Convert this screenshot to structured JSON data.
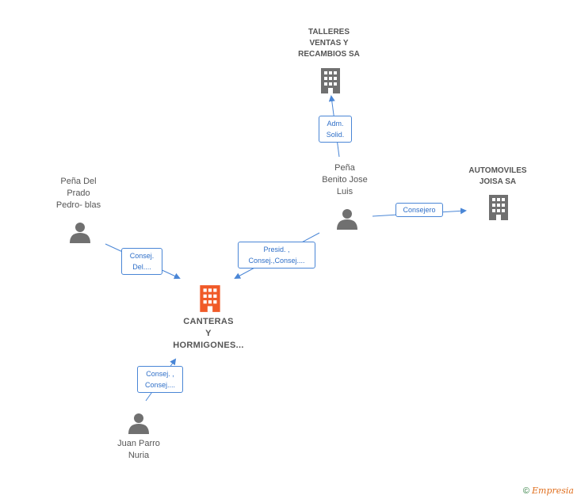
{
  "nodes": {
    "main_company": {
      "label": "CANTERAS\nY\nHORMIGONES...",
      "color": "#f05a28"
    },
    "talleres": {
      "label": "TALLERES\nVENTAS Y\nRECAMBIOS SA"
    },
    "automoviles": {
      "label": "AUTOMOVILES\nJOISA SA"
    },
    "pena_benito": {
      "label": "Peña\nBenito Jose\nLuis"
    },
    "pena_prado": {
      "label": "Peña Del\nPrado\nPedro- blas"
    },
    "juan_parro": {
      "label": "Juan Parro\nNuria"
    }
  },
  "roles": {
    "adm_solid": "Adm.\nSolid.",
    "consejero": "Consejero",
    "presid": "Presid. ,\nConsej.,Consej....",
    "consej_del": "Consej.\nDel....",
    "consej_consej": "Consej. ,\nConsej...."
  },
  "colors": {
    "edge": "#4a86d6",
    "node_gray": "#707070"
  },
  "footer": {
    "copyright": "©",
    "brand": "Empresia"
  }
}
